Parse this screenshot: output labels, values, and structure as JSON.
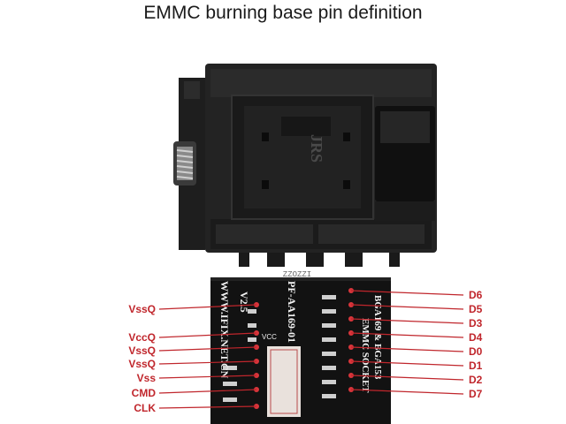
{
  "title": "EMMC burning base pin definition",
  "photo": {
    "lid_logo": "JRS",
    "board_markings": {
      "website": "WWW.IFIX.NET.CN",
      "version": "V2.5",
      "vcc": "VCC",
      "model": "PF-AA169-01",
      "socket_line1": "EMMC SOCKET",
      "socket_line2": "BGA169 & BGA153",
      "edge_marking": "ZZOZZI"
    },
    "label_color": "#c0262c"
  },
  "pins": {
    "left": [
      "VssQ",
      "VccQ",
      "VssQ",
      "VssQ",
      "Vss",
      "CMD",
      "CLK"
    ],
    "right": [
      "D6",
      "D5",
      "D3",
      "D4",
      "D0",
      "D1",
      "D2",
      "D7"
    ]
  }
}
